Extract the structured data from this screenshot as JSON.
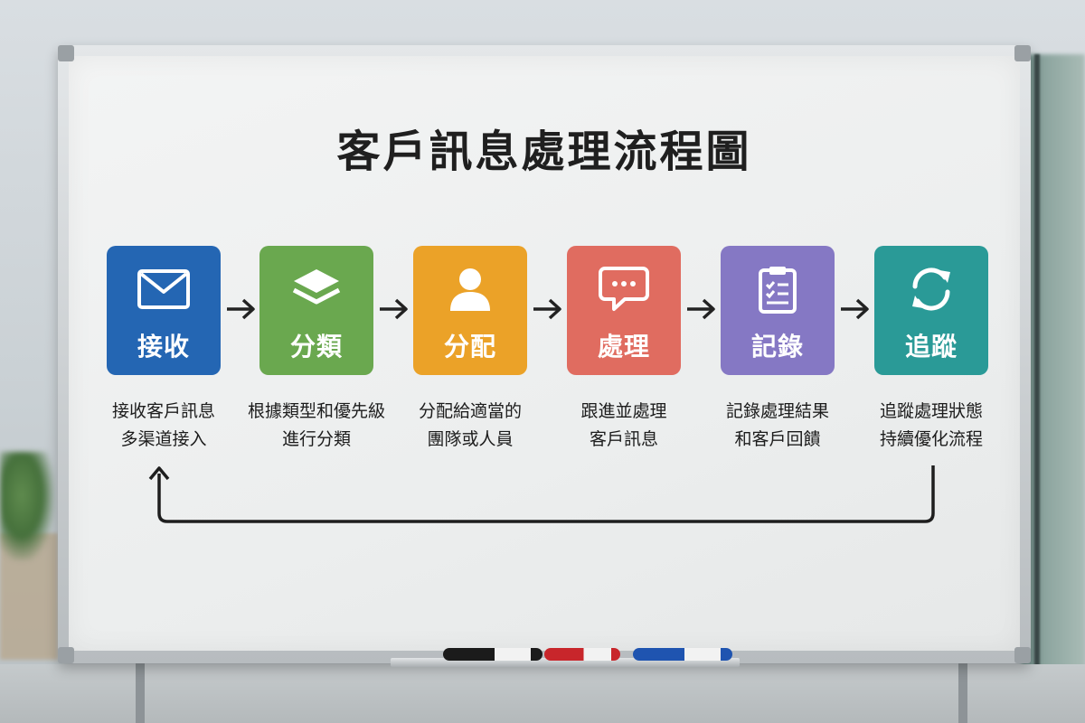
{
  "title": "客戶訊息處理流程圖",
  "steps": [
    {
      "label": "接收",
      "icon": "envelope-icon",
      "color": "#2466b3",
      "desc": [
        "接收客戶訊息",
        "多渠道接入"
      ]
    },
    {
      "label": "分類",
      "icon": "layers-icon",
      "color": "#6aa84f",
      "desc": [
        "根據類型和優先級",
        "進行分類"
      ]
    },
    {
      "label": "分配",
      "icon": "person-icon",
      "color": "#eba228",
      "desc": [
        "分配給適當的",
        "團隊或人員"
      ]
    },
    {
      "label": "處理",
      "icon": "chat-bubble-icon",
      "color": "#e06c60",
      "desc": [
        "跟進並處理",
        "客戶訊息"
      ]
    },
    {
      "label": "記錄",
      "icon": "clipboard-icon",
      "color": "#8578c4",
      "desc": [
        "記錄處理結果",
        "和客戶回饋"
      ]
    },
    {
      "label": "追蹤",
      "icon": "refresh-cycle-icon",
      "color": "#2a9a97",
      "desc": [
        "追蹤處理狀態",
        "持續優化流程"
      ]
    }
  ],
  "feedback_loop": {
    "from": "追蹤",
    "to": "接收"
  },
  "markers": [
    {
      "color": "#1b1b1b"
    },
    {
      "color": "#c8262b"
    },
    {
      "color": "#1f54b0"
    }
  ]
}
